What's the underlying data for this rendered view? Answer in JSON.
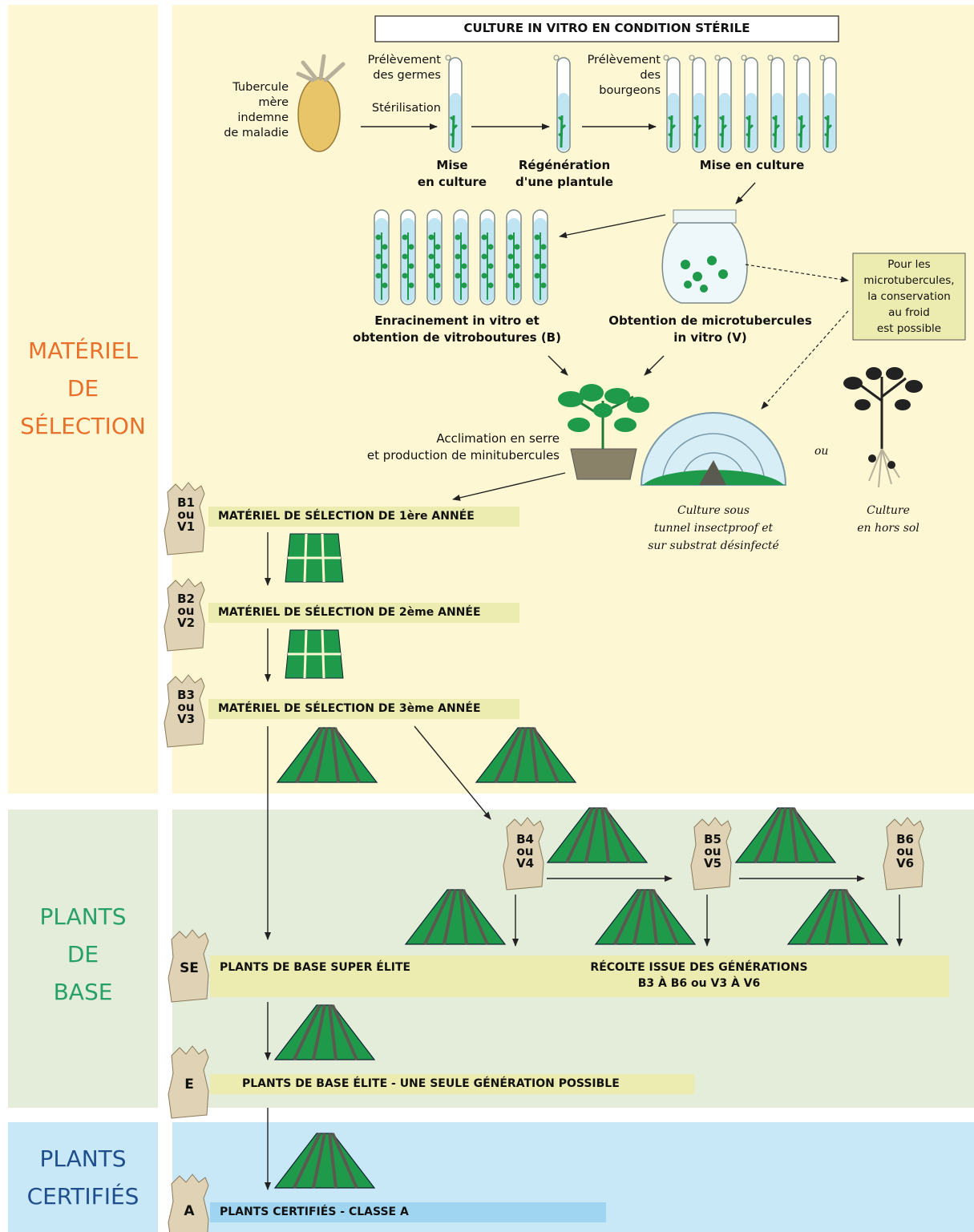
{
  "colors": {
    "selection_bg": "#fdf7d4",
    "base_bg": "#e4ecda",
    "certified_bg": "#c8e8f8",
    "selection_title": "#e8702a",
    "base_title": "#27a06a",
    "certified_title": "#1f4e8c",
    "bar_yellow": "#ecebb0",
    "bar_blue": "#9fd5f0",
    "sack": "#e0d2b4",
    "plant_green": "#1f9a4a",
    "tuber": "#e9c56a"
  },
  "sections": {
    "selection": [
      "MATÉRIEL",
      "DE",
      "SÉLECTION"
    ],
    "base": [
      "PLANTS",
      "DE",
      "BASE"
    ],
    "certified": [
      "PLANTS",
      "CERTIFIÉS"
    ]
  },
  "header": "CULTURE IN VITRO EN CONDITION STÉRILE",
  "steps": {
    "tuber": [
      "Tubercule",
      "mère",
      "indemne",
      "de maladie"
    ],
    "germ": [
      "Prélèvement",
      "des germes"
    ],
    "sterilisation": "Stérilisation",
    "bud": [
      "Prélèvement",
      "des",
      "bourgeons"
    ],
    "mise1": [
      "Mise",
      "en culture"
    ],
    "regeneration": [
      "Régénération",
      "d'une plantule"
    ],
    "mise2": "Mise en culture",
    "enracinement": [
      "Enracinement in vitro et",
      "obtention de vitroboutures (B)"
    ],
    "microtubercules": [
      "Obtention de microtubercules",
      "in vitro (V)"
    ],
    "froid_note": [
      "Pour les",
      "microtubercules,",
      "la conservation",
      "au froid",
      "est possible"
    ],
    "acclimation": [
      "Acclimation en serre",
      "et production de minitubercules"
    ],
    "ou": "ou",
    "tunnel": [
      "Culture sous",
      "tunnel insectproof et",
      "sur substrat désinfecté"
    ],
    "hors_sol": [
      "Culture",
      "en hors sol"
    ]
  },
  "sacks": {
    "b1": [
      "B1",
      "ou",
      "V1"
    ],
    "b2": [
      "B2",
      "ou",
      "V2"
    ],
    "b3": [
      "B3",
      "ou",
      "V3"
    ],
    "b4": [
      "B4",
      "ou",
      "V4"
    ],
    "b5": [
      "B5",
      "ou",
      "V5"
    ],
    "b6": [
      "B6",
      "ou",
      "V6"
    ],
    "se": "SE",
    "e": "E",
    "a": "A"
  },
  "bars": {
    "y1": "MATÉRIEL DE SÉLECTION DE 1ère ANNÉE",
    "y2": "MATÉRIEL DE SÉLECTION DE 2ème ANNÉE",
    "y3": "MATÉRIEL DE SÉLECTION DE 3ème ANNÉE",
    "se": "PLANTS DE BASE SUPER ÉLITE",
    "recolte": [
      "RÉCOLTE ISSUE DES GÉNÉRATIONS",
      "B3 À B6 ou V3 À V6"
    ],
    "elite": "PLANTS DE BASE ÉLITE  -  UNE SEULE GÉNÉRATION POSSIBLE",
    "certifies": "PLANTS CERTIFIÉS  -  CLASSE A"
  }
}
